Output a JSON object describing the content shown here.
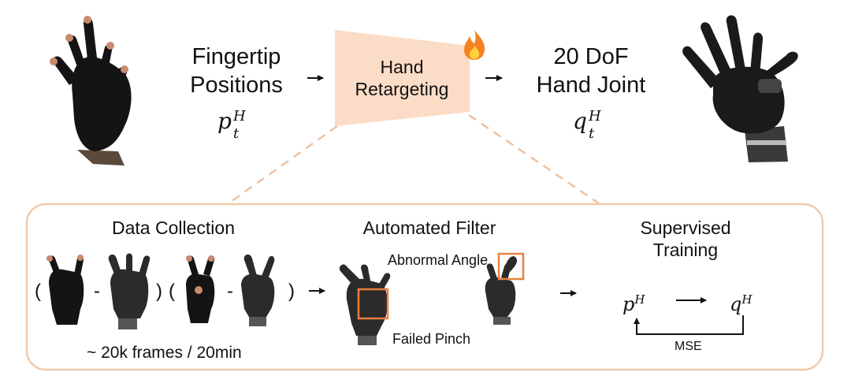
{
  "top": {
    "input_label": [
      "Fingertip",
      "Positions"
    ],
    "input_symbol": {
      "base": "p",
      "sup": "H",
      "sub": "t"
    },
    "module_label": [
      "Hand",
      "Retargeting"
    ],
    "module_badge_icon": "fire-icon",
    "output_label": [
      "20 DoF",
      "Hand Joint"
    ],
    "output_symbol": {
      "base": "q",
      "sup": "H",
      "sub": "t"
    },
    "arrow_icon": "right-arrow-icon"
  },
  "detail": {
    "data_collection": {
      "title": "Data Collection",
      "open_paren": "(",
      "close_paren": ")",
      "separator": "-",
      "caption": "~ 20k frames / 20min",
      "pairs": [
        {
          "human": "glove-hand-rock-sign",
          "robot": "robot-hand-rock-sign"
        },
        {
          "human": "glove-hand-peace-sign",
          "robot": "robot-hand-peace-sign"
        }
      ]
    },
    "automated_filter": {
      "title": "Automated Filter",
      "abnormal_label": "Abnormal Angle",
      "failed_label": "Failed Pinch"
    },
    "supervised_training": {
      "title": [
        "Supervised",
        "Training"
      ],
      "from_symbol": {
        "base": "p",
        "sup": "H"
      },
      "to_symbol": {
        "base": "q",
        "sup": "H"
      },
      "loss_label": "MSE"
    }
  },
  "colors": {
    "module_fill": "#fbdcc6",
    "panel_border": "#f2c9a8",
    "connector_dash": "#f0c0a0",
    "highlight_box": "#e8823c",
    "flame_outer": "#f58220",
    "flame_inner": "#ffd23f",
    "glove": "#141414",
    "robot_hand": "#2b2b2b"
  }
}
